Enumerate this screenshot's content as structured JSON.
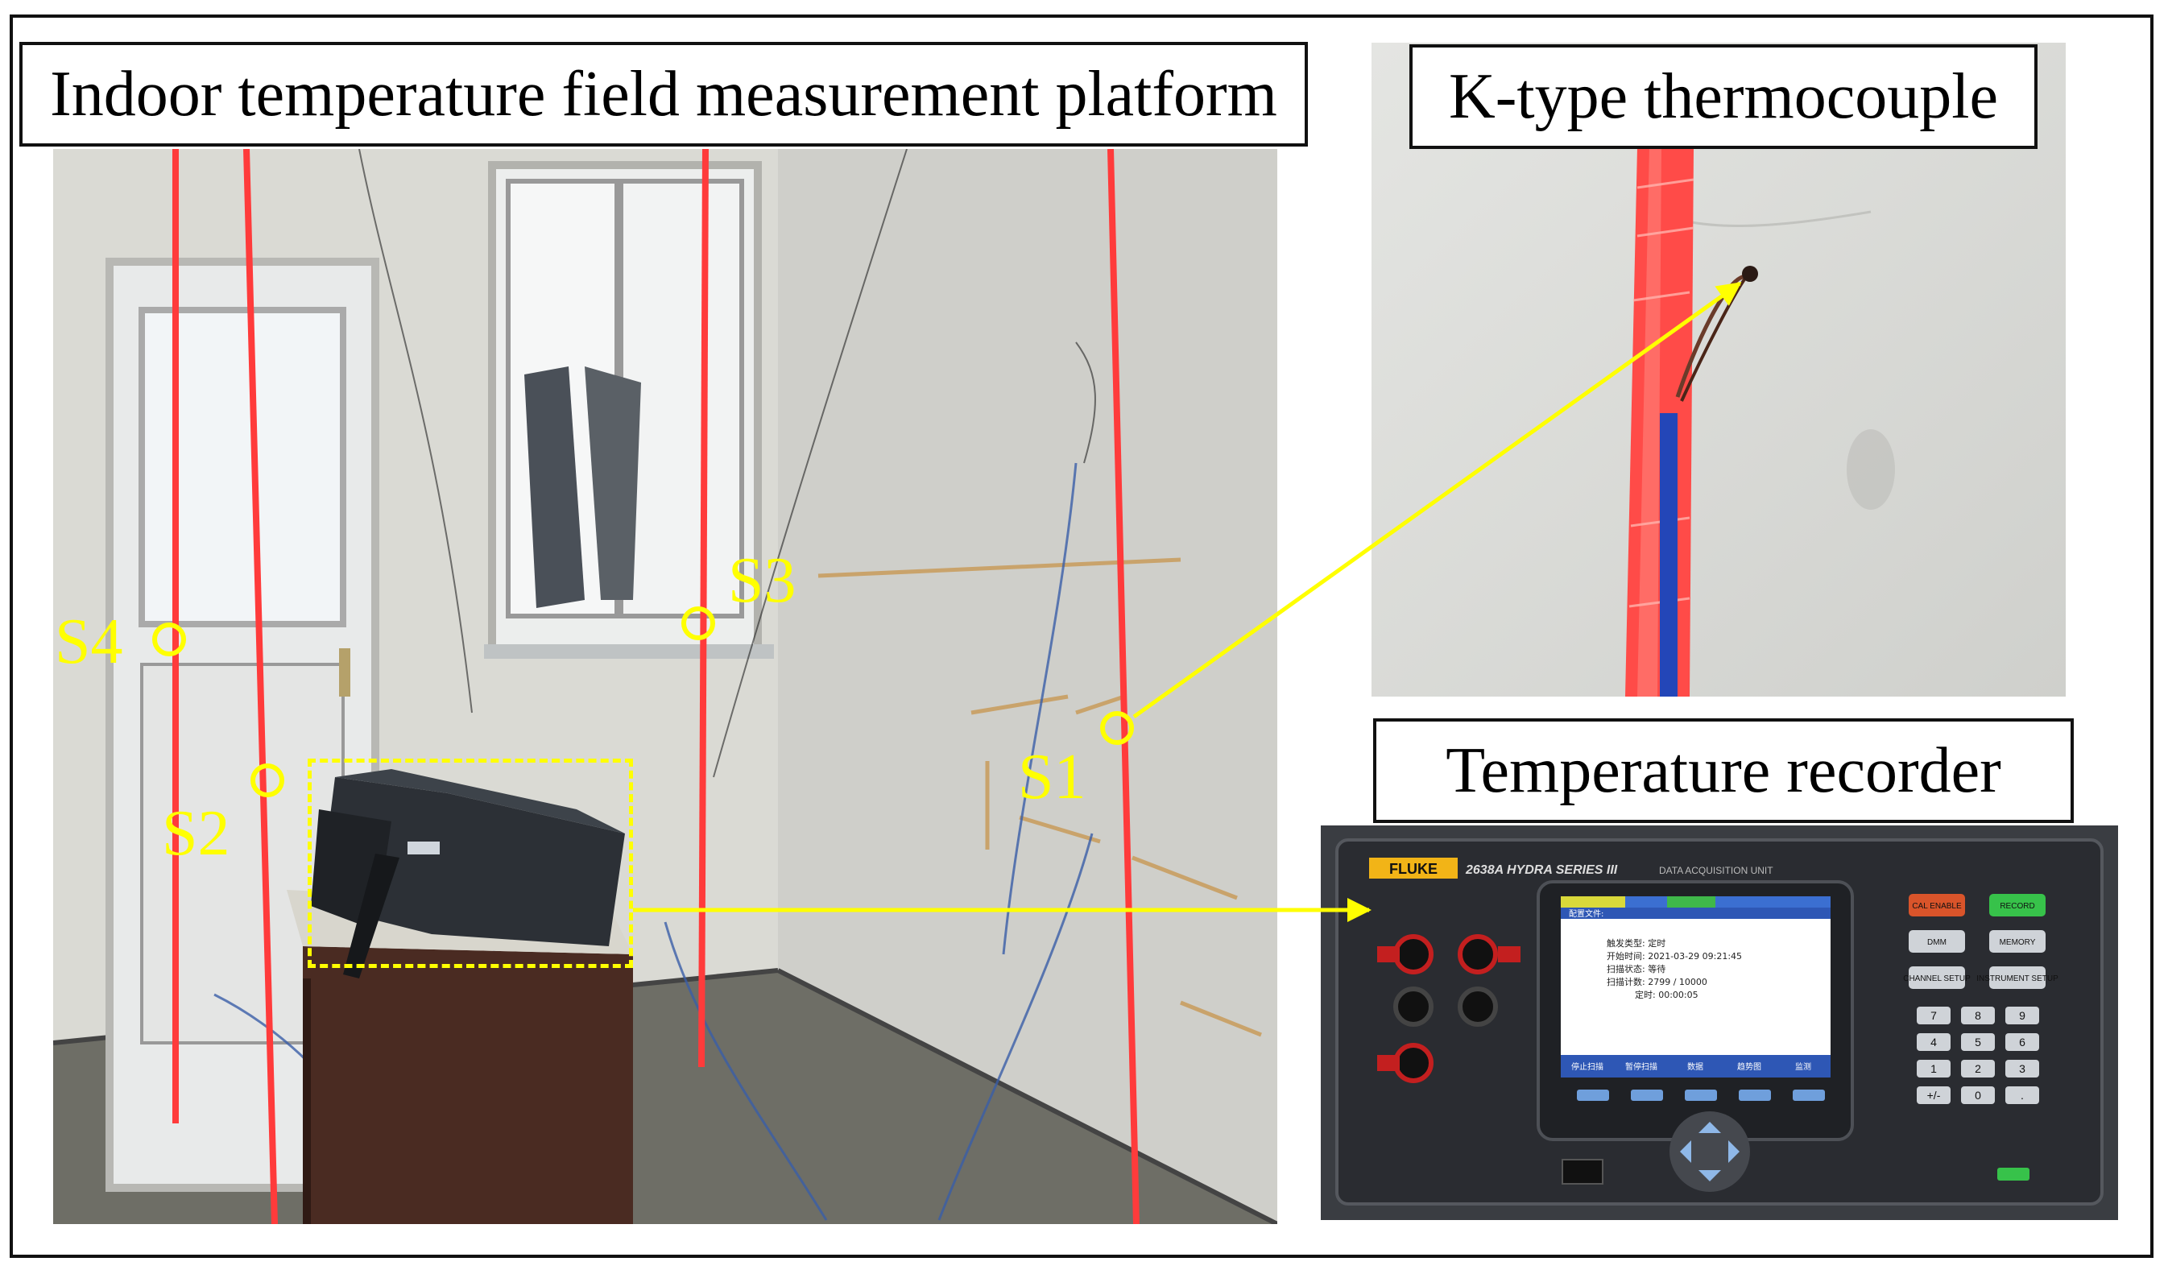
{
  "figure": {
    "platform_title": "Indoor temperature field measurement platform",
    "thermocouple_title": "K-type thermocouple",
    "recorder_title": "Temperature recorder"
  },
  "sensors": [
    "S1",
    "S2",
    "S3",
    "S4"
  ],
  "recorder_screen": {
    "brand": "FLUKE",
    "model": "2638A HYDRA SERIES III",
    "subtitle": "DATA ACQUISITION UNIT",
    "config_label": "配置文件:",
    "scan_type": "触发类型: 定时",
    "start_time": "开始时间: 2021-03-29 09:21:45",
    "scan_state": "扫描状态: 等待",
    "scan_count": "扫描计数: 2799 / 10000",
    "timer": "定时: 00:00:05",
    "softkeys": [
      "停止扫描",
      "暂停扫描",
      "数据",
      "趋势图",
      "监测"
    ],
    "buttons": [
      "CAL ENABLE",
      "RECORD",
      "DMM",
      "MEMORY",
      "CHANNEL SETUP",
      "INSTRUMENT SETUP"
    ],
    "keypad": [
      "7",
      "8",
      "9",
      "4",
      "5",
      "6",
      "1",
      "2",
      "3",
      "+/-",
      "0",
      "."
    ]
  },
  "colors": {
    "annotation": "#ffff00",
    "string": "#ff3b3b",
    "wall": "#dcdcd6"
  }
}
